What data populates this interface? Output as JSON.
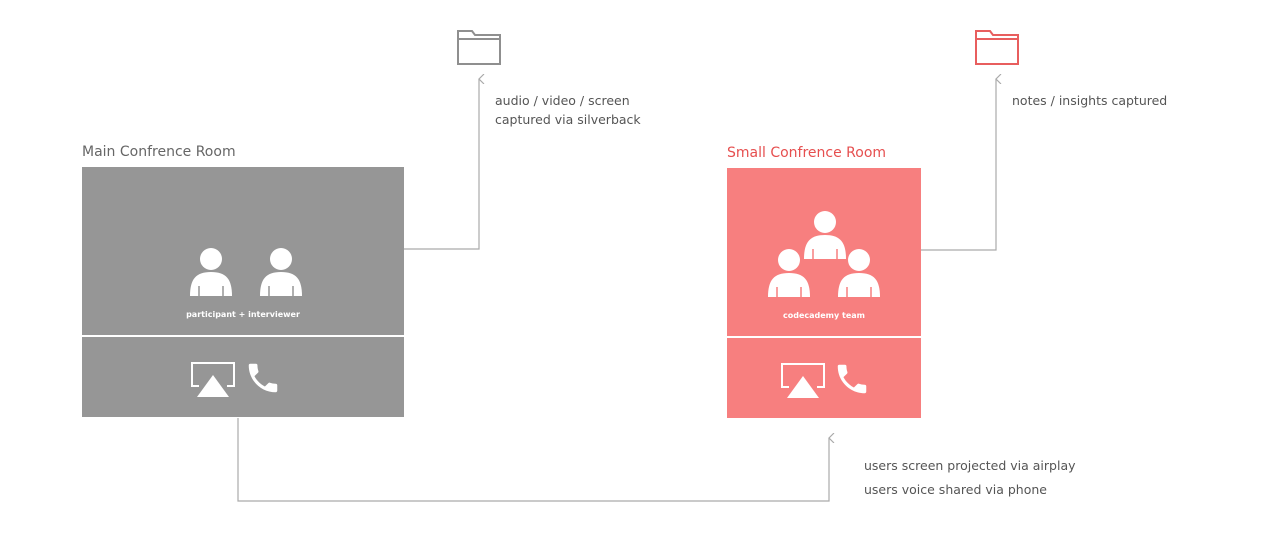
{
  "main_room": {
    "title": "Main Confrence Room",
    "label": "participant + interviewer"
  },
  "small_room": {
    "title": "Small Confrence Room",
    "label": "codecademy team"
  },
  "notes": {
    "recording_line1": "audio / video / screen",
    "recording_line2": "captured via silverback",
    "insights": "notes / insights captured",
    "airplay": "users screen projected via airplay",
    "phone": "users voice shared via phone"
  },
  "colors": {
    "main_panel": "#969696",
    "small_panel": "#f77f7f",
    "accent": "#e64f4f",
    "connector": "#aaaaaa"
  },
  "icons": [
    "person-icon",
    "airplay-icon",
    "phone-icon",
    "folder-icon",
    "arrow-up-icon"
  ]
}
